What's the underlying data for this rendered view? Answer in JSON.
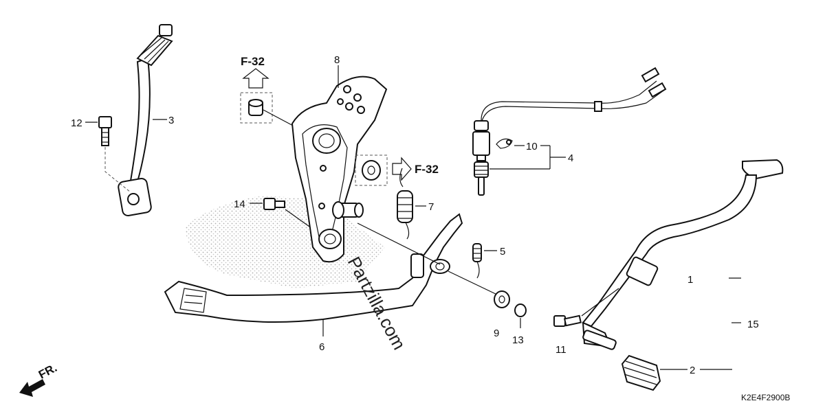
{
  "callouts": {
    "c1": "1",
    "c2": "2",
    "c3": "3",
    "c4": "4",
    "c5": "5",
    "c6": "6",
    "c7": "7",
    "c8": "8",
    "c9": "9",
    "c10": "10",
    "c11": "11",
    "c12": "12",
    "c13": "13",
    "c14": "14",
    "c15": "15"
  },
  "references": {
    "top": "F-32",
    "right": "F-32"
  },
  "direction_label": "FR.",
  "diagram_code": "K2E4F2900B",
  "watermark": "Partzilla.com",
  "icons": {
    "front_arrow": "front-direction-arrow-icon",
    "ref_arrow": "reference-arrow-icon"
  }
}
